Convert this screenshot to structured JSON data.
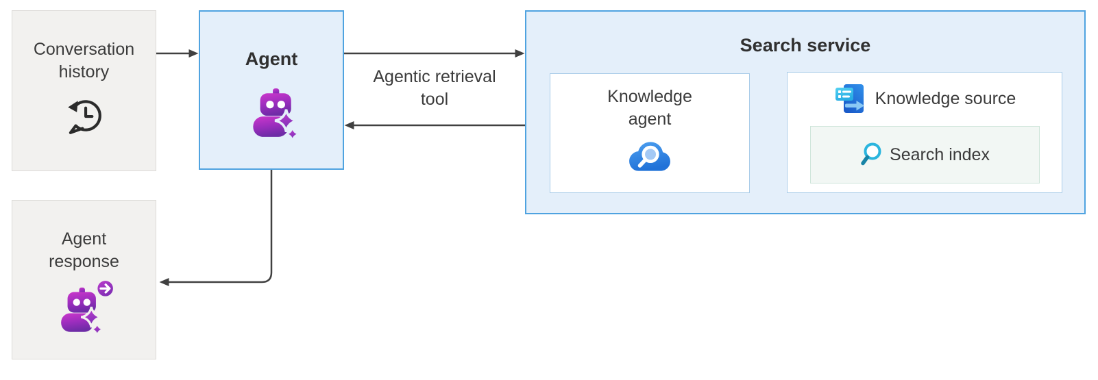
{
  "nodes": {
    "conversation_history": {
      "label": "Conversation history",
      "icon": "chat-history-icon"
    },
    "agent": {
      "label": "Agent",
      "icon": "agent-sparkle-icon"
    },
    "search_service": {
      "label": "Search service"
    },
    "knowledge_agent": {
      "label": "Knowledge agent",
      "icon": "cloud-search-icon"
    },
    "knowledge_source": {
      "label": "Knowledge source",
      "icon": "knowledge-source-icon"
    },
    "search_index": {
      "label": "Search index",
      "icon": "search-magnifier-icon"
    },
    "agent_response": {
      "label": "Agent response",
      "icon": "agent-response-icon"
    }
  },
  "edges": {
    "conversation_to_agent": {
      "from": "conversation_history",
      "to": "agent",
      "label": ""
    },
    "agent_to_search": {
      "from": "agent",
      "to": "search_service",
      "label": "Agentic retrieval tool"
    },
    "search_to_agent": {
      "from": "search_service",
      "to": "agent",
      "label": ""
    },
    "knowledge_agent_to_source": {
      "from": "knowledge_agent",
      "to": "knowledge_source",
      "label": ""
    },
    "agent_to_response": {
      "from": "agent",
      "to": "agent_response",
      "label": ""
    }
  },
  "colors": {
    "accent_blue_border": "#4fa3e0",
    "light_blue_fill": "#e4effa",
    "gray_fill": "#f2f1ef",
    "gray_border": "#dcdad7",
    "white_box_border": "#a9cce8",
    "mint_fill": "#f2f7f4",
    "mint_border": "#cfe5da",
    "arrow": "#404040",
    "text": "#3b3b3b",
    "robot_magenta": "#c636c9",
    "robot_purple": "#6e2ca6",
    "cloud_blue": "#2e83e0",
    "search_teal": "#2bb5de"
  }
}
